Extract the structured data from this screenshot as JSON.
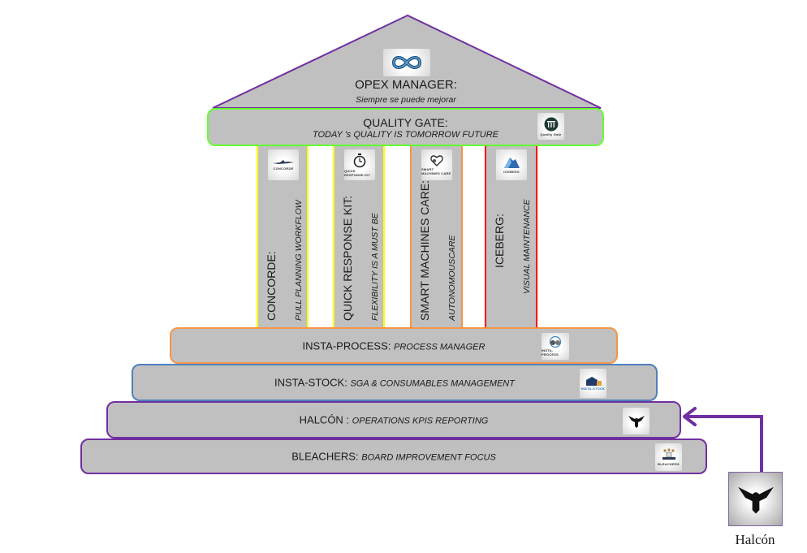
{
  "roof": {
    "title": "OPEX MANAGER:",
    "subtitle": "Siempre se puede mejorar",
    "icon": "infinity-icon",
    "border_color": "#7030a0"
  },
  "quality_gate": {
    "title": "QUALITY GATE:",
    "subtitle": "TODAY 's QUALITY IS TOMORROW FUTURE",
    "logo_caption": "Quality Gate",
    "icon": "gate-columns-icon",
    "border_color": "#66ff33"
  },
  "pillars": [
    {
      "title": "CONCORDE:",
      "subtitle": "PULL PLANNING WORKFLOW",
      "logo_caption": "CONCORDE",
      "icon": "airplane-icon",
      "border_color": "#ffff00"
    },
    {
      "title": "QUICK RESPONSE KIT:",
      "subtitle": "FLEXIBILITY IS A MUST BE",
      "logo_caption": "QUICK RESPONSE KIT",
      "icon": "stopwatch-icon",
      "border_color": "#ffff00"
    },
    {
      "title": "SMART MACHINES CARE:",
      "subtitle": "AUTONOMOUSCARE",
      "logo_caption": "SMART MACHINES CARE",
      "icon": "heart-gear-icon",
      "border_color": "#f79646"
    },
    {
      "title": "ICEBERG:",
      "subtitle": "VISUAL MAINTENANCE",
      "logo_caption": "ICEBERG",
      "icon": "iceberg-icon",
      "border_color": "#ff0000"
    }
  ],
  "steps": [
    {
      "title": "INSTA-PROCESS:",
      "subtitle": "PROCESS MANAGER",
      "logo_caption": "INSTA-PROCESS",
      "icon": "gears-icon",
      "border_color": "#f79646"
    },
    {
      "title": "INSTA-STOCK:",
      "subtitle": "SGA & CONSUMABLES MANAGEMENT",
      "logo_caption": "INSTA-STOCK",
      "icon": "warehouse-icon",
      "border_color": "#4f81bd"
    },
    {
      "title": "HALCÓN :",
      "subtitle": "OPERATIONS KPIS REPORTING",
      "icon": "falcon-icon",
      "border_color": "#7030a0"
    },
    {
      "title": "BLEACHERS:",
      "subtitle": "BOARD IMPROVEMENT FOCUS",
      "logo_caption": "BLEACHERS",
      "icon": "board-people-icon",
      "border_color": "#7030a0"
    }
  ],
  "halcon_callout": {
    "caption": "Halcón",
    "icon": "falcon-icon",
    "arrow_color": "#7030a0"
  }
}
